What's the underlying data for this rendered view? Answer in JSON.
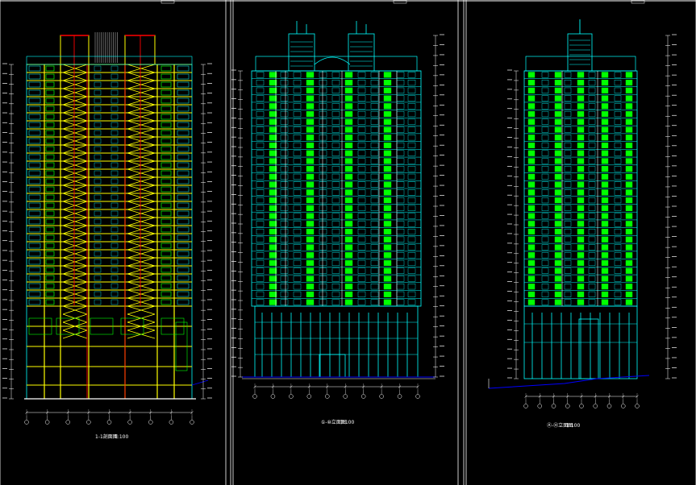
{
  "sheets": [
    {
      "id": "section",
      "title": "1-1剖面图",
      "scale": "1:100",
      "sheet_label": ""
    },
    {
      "id": "front",
      "title": "①-⑩立面图",
      "scale": "1:100",
      "sheet_label": ""
    },
    {
      "id": "side",
      "title": "Ⓐ-Ⓗ立面图",
      "scale": "1:100",
      "sheet_label": ""
    }
  ],
  "colors": {
    "background": "#000000",
    "frame": "#ffffff",
    "cyan": "#00ffff",
    "green": "#00ff00",
    "yellow": "#ffff00",
    "red": "#ff0000",
    "blue": "#0000ff",
    "white": "#ffffff"
  },
  "tower": {
    "typical_floors": 30,
    "podium_floors": 4
  }
}
